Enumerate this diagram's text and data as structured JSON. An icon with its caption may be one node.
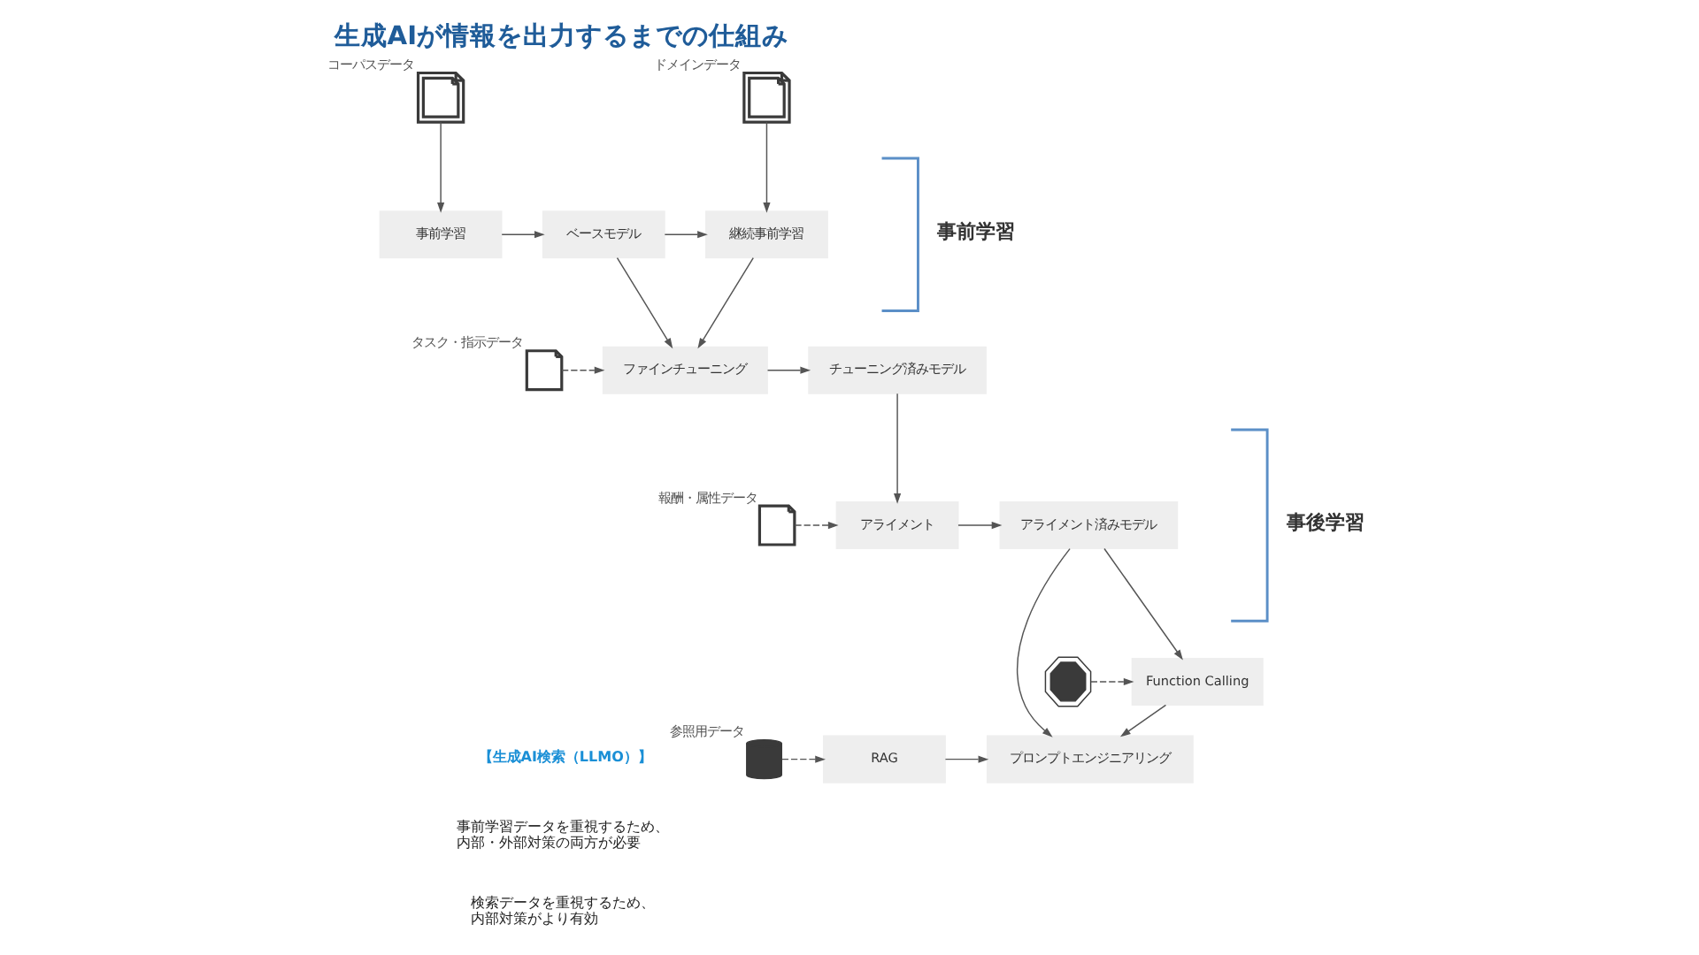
{
  "diagram": {
    "title": "生成AIが情報を出力するまでの仕組み",
    "nodes": [
      {
        "text": [],
        "shape": "picture",
        "beside": [
          "コーパスデータ"
        ]
      },
      {
        "text": [
          "事前学習"
        ]
      },
      {
        "text": [
          "ベースモデル"
        ]
      },
      {
        "text": [],
        "shape": "picture",
        "beside": [
          "ドメインデータ"
        ]
      },
      {
        "text": [
          "継続事前学習"
        ]
      },
      {
        "text": [],
        "shape": "picture",
        "beside": [
          "タスク・指示データ"
        ]
      },
      {
        "text": [
          "ファインチューニング"
        ]
      },
      {
        "text": [
          "チューニング済みモデル"
        ]
      },
      {
        "text": [],
        "shape": "picture",
        "beside": [
          "報酬・属性データ"
        ]
      },
      {
        "text": [
          "アライメント"
        ]
      },
      {
        "text": [
          "アライメント済みモデル"
        ]
      },
      {
        "text": [],
        "shape": "cylinder",
        "beside": [
          "参照用データ"
        ]
      },
      {
        "text": [
          "RAG"
        ]
      },
      {
        "text": [],
        "shape": "picture"
      },
      {
        "text": [
          "Function Calling"
        ]
      },
      {
        "text": [
          "プロンプトエンジニアリング"
        ]
      }
    ],
    "edges": [
      {
        "from": 0,
        "to": 1,
        "arrow": "to"
      },
      {
        "from": 1,
        "to": 2,
        "arrow": "to"
      },
      {
        "from": 2,
        "to": 4,
        "arrow": "to"
      },
      {
        "from": 3,
        "to": 4,
        "arrow": "to"
      },
      {
        "from": 2,
        "to": 6,
        "arrow": "to"
      },
      {
        "from": 4,
        "to": 6,
        "arrow": "to"
      },
      {
        "from": 5,
        "to": 6,
        "arrow": "to",
        "style": "dashed"
      },
      {
        "from": 6,
        "to": 7,
        "arrow": "to"
      },
      {
        "from": 7,
        "to": 9,
        "arrow": "to"
      },
      {
        "from": 8,
        "to": 9,
        "arrow": "to",
        "style": "dashed"
      },
      {
        "from": 9,
        "to": 10,
        "arrow": "to"
      },
      {
        "from": 11,
        "to": 12,
        "arrow": "to",
        "style": "dashed"
      },
      {
        "from": 10,
        "to": 14,
        "arrow": "to"
      },
      {
        "from": 13,
        "to": 14,
        "arrow": "to",
        "style": "dashed"
      },
      {
        "from": 12,
        "to": 15,
        "arrow": "to"
      },
      {
        "from": 10,
        "to": 15,
        "arrow": "to"
      },
      {
        "from": 14,
        "to": 15,
        "arrow": "to"
      }
    ],
    "labels": [
      "事前学習",
      "事後学習",
      "【生成AI検索（LLMO）】",
      "事前学習データを重視するため、内部・外部対策の両方が必要",
      "検索データを重視するため、内部対策がより有効"
    ]
  }
}
